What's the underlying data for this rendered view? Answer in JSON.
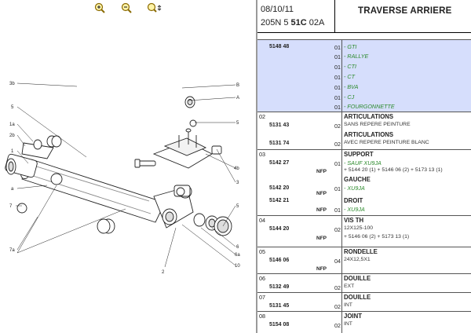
{
  "toolbar": {
    "zoom_in_icon": "zoom-in-icon",
    "zoom_out_icon": "zoom-out-icon",
    "zoom_pan_icon": "zoom-pan-icon"
  },
  "diagram": {
    "labels": [
      "3b",
      "5",
      "1a",
      "2b",
      "1",
      "a",
      "7",
      "7a",
      "B",
      "A",
      "5",
      "4b",
      "3",
      "5",
      "6",
      "6a",
      "10",
      "2"
    ]
  },
  "header": {
    "date": "08/10/11",
    "ref_prefix": "205N 5 ",
    "ref_bold": "51C",
    "ref_suffix": " 02A",
    "title": "TRAVERSE ARRIERE"
  },
  "colors": {
    "highlight": "#d6defc",
    "variant_text": "#2c8a2c"
  },
  "parts": {
    "g1": {
      "ref": "5148 48",
      "rows": [
        {
          "qty": "01",
          "desc": "- GTI"
        },
        {
          "qty": "01",
          "desc": "- RALLYE"
        },
        {
          "qty": "01",
          "desc": "- CTI"
        },
        {
          "qty": "01",
          "desc": "- CT"
        },
        {
          "qty": "01",
          "desc": "- BVA"
        },
        {
          "qty": "01",
          "desc": "- CJ"
        },
        {
          "qty": "01",
          "desc": "- FOURGONNETTE"
        }
      ]
    },
    "g2": {
      "col": "02",
      "title1": "ARTICULATIONS",
      "ref1": "5131 43",
      "qty1": "02",
      "desc1": "SANS REPERE PEINTURE",
      "title2": "ARTICULATIONS",
      "ref2": "5131 74",
      "qty2": "02",
      "desc2": "AVEC REPERE PEINTURE BLANC"
    },
    "g3": {
      "col": "03",
      "title1": "SUPPORT",
      "ref1": "5142 27",
      "nfp1": "NFP",
      "qty1": "01",
      "var1": "- SAUF XU9JA",
      "note1": "+ 5144 20 (1) + 5146 06 (2) + 5173 13 (1)",
      "title2": "GAUCHE",
      "ref2": "5142 20",
      "nfp2": "NFP",
      "qty2": "01",
      "var2": "- XU9JA",
      "title3": "DROIT",
      "ref3": "5142 21",
      "nfp3": "NFP",
      "qty3": "01",
      "var3": "- XU9JA"
    },
    "g4": {
      "col": "04",
      "title": "VIS TH",
      "ref": "5144 20",
      "nfp": "NFP",
      "qty": "02",
      "spec": "12X125-100",
      "note": "+ 5146 06 (2) + 5173 13 (1)"
    },
    "g5": {
      "col": "05",
      "title": "RONDELLE",
      "ref": "5146 06",
      "nfp": "NFP",
      "qty": "04",
      "spec": "24X12,5X1"
    },
    "g6": {
      "col": "06",
      "title": "DOUILLE",
      "ref": "5132 49",
      "qty": "02",
      "spec": "EXT"
    },
    "g7": {
      "col": "07",
      "title": "DOUILLE",
      "ref": "5131 45",
      "qty": "02",
      "spec": "INT"
    },
    "g8": {
      "col": "08",
      "title": "JOINT",
      "ref": "5154 08",
      "qty": "02",
      "spec": "INT"
    }
  }
}
